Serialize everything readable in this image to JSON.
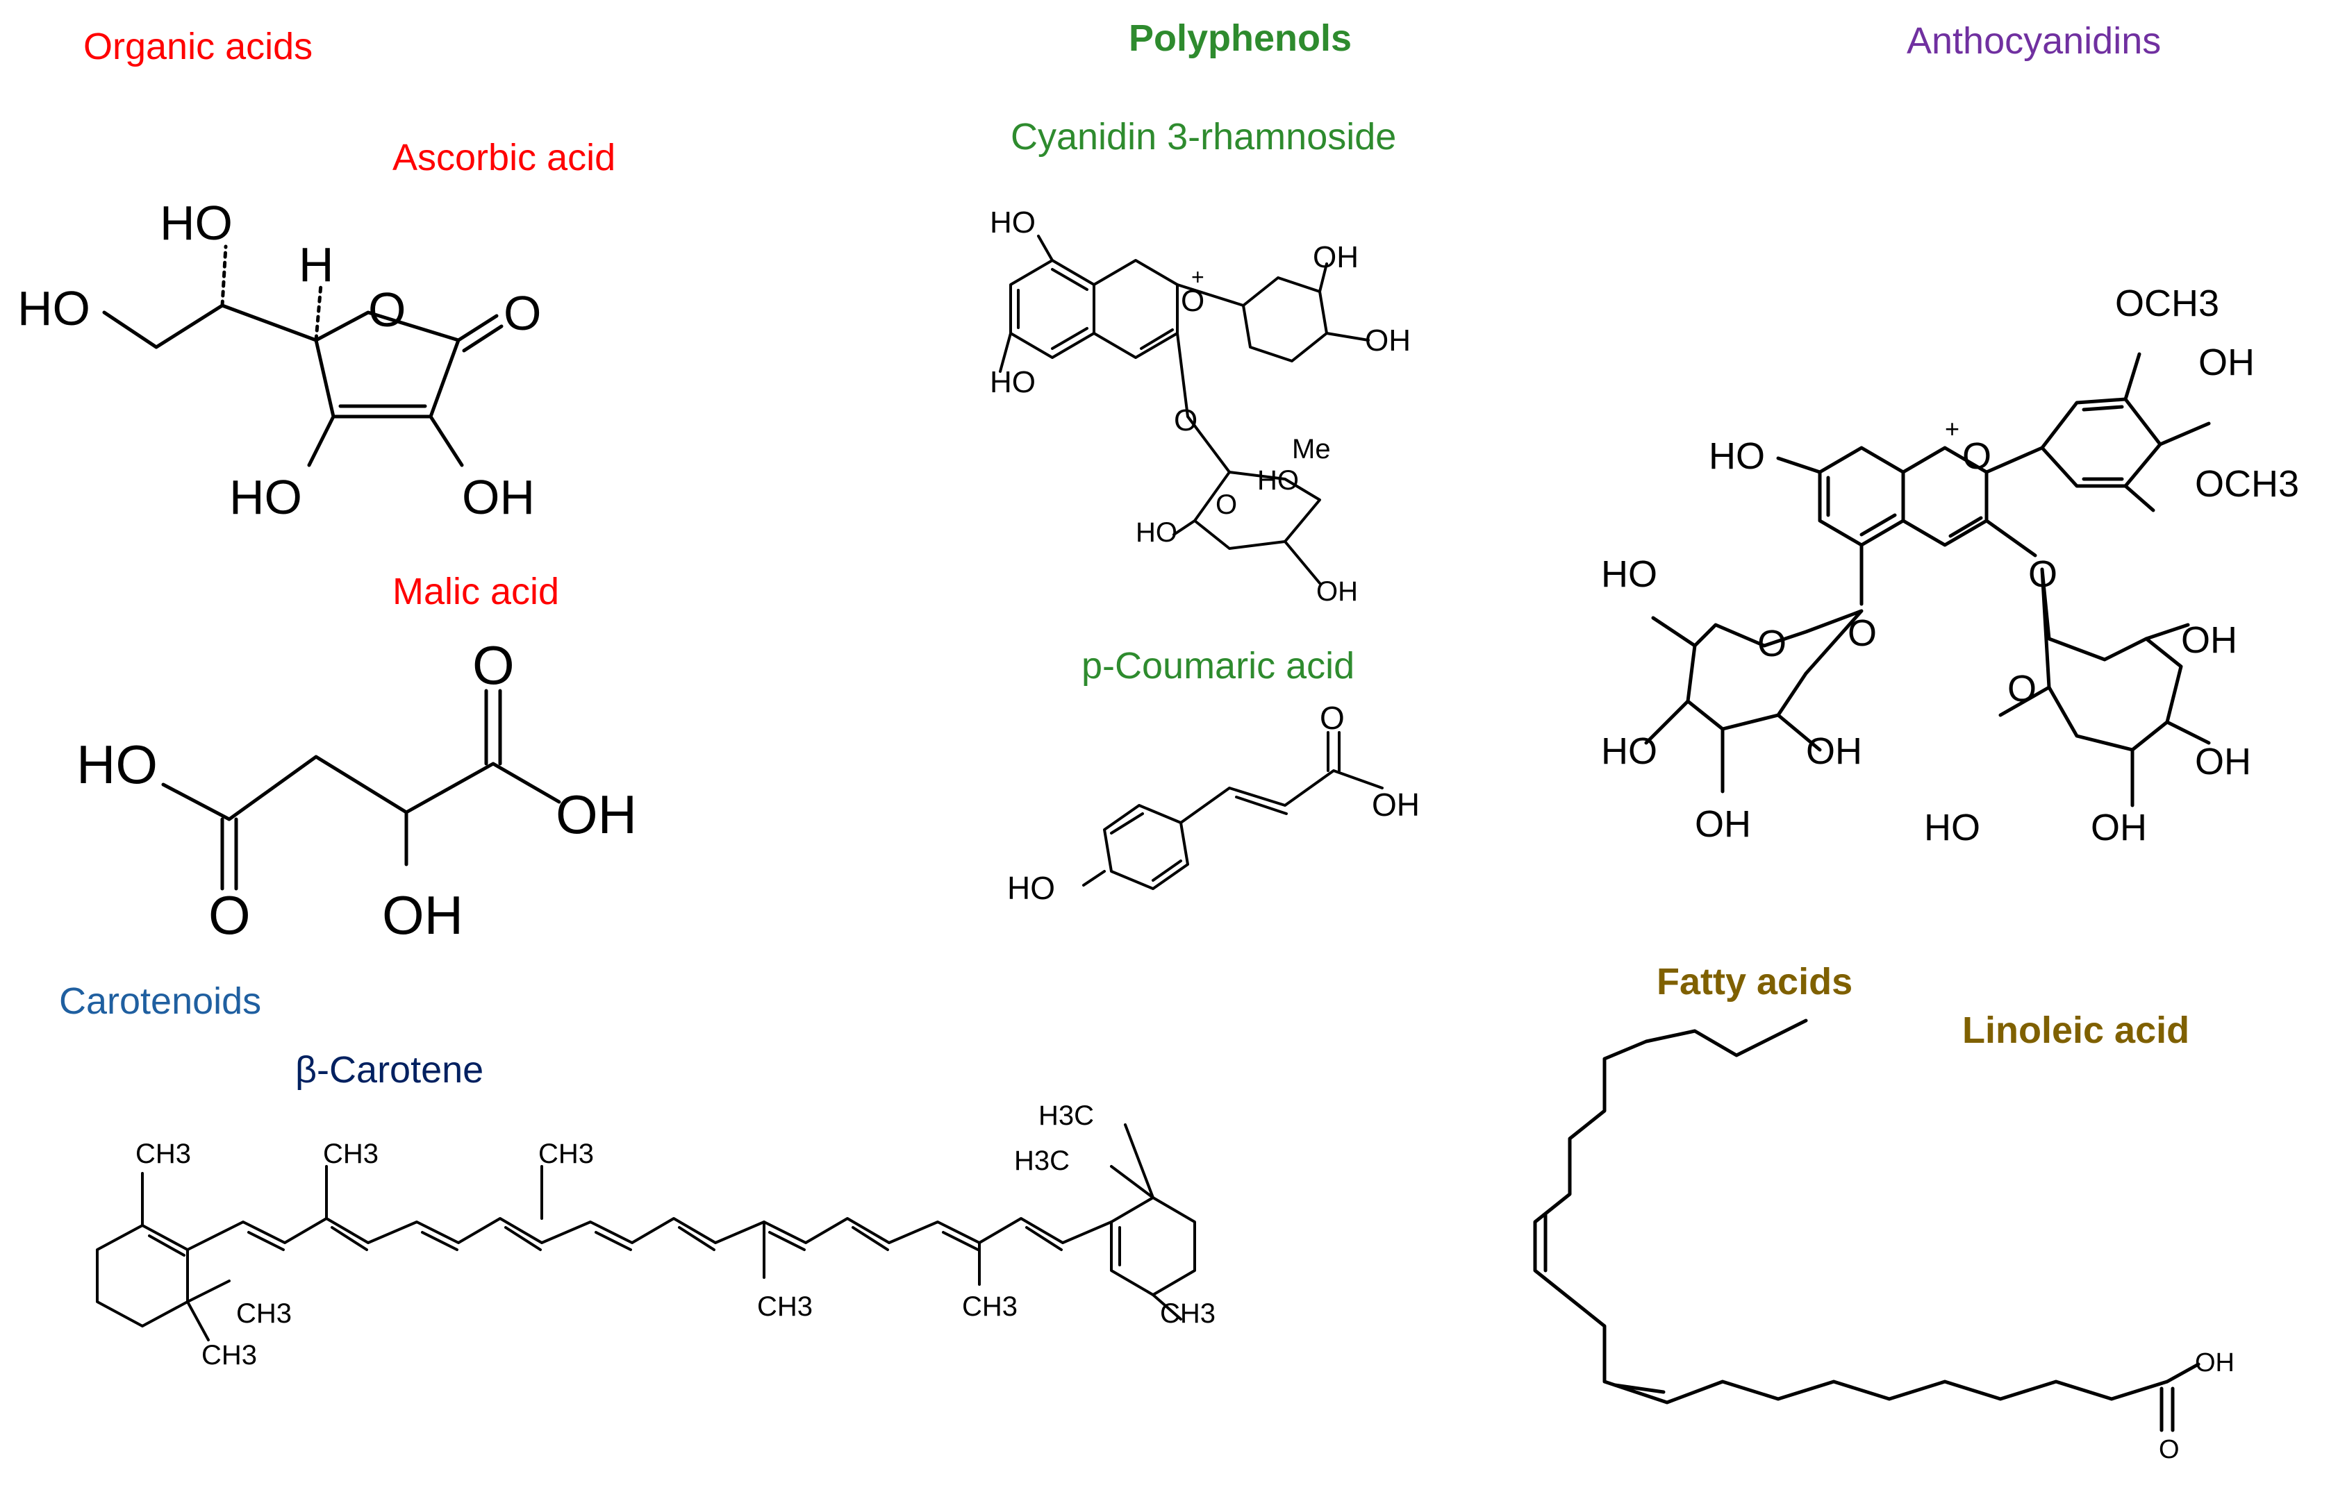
{
  "categories": {
    "organic_acids": {
      "label": "Organic acids",
      "color": "#ff0000"
    },
    "polyphenols": {
      "label": "Polyphenols",
      "color": "#2e8b2e"
    },
    "anthocyanidins": {
      "label": "Anthocyanidins",
      "color": "#7030a0"
    },
    "carotenoids": {
      "label": "Carotenoids",
      "color": "#1f5fa0"
    },
    "fatty_acids": {
      "label": "Fatty acids",
      "color": "#7f6000"
    }
  },
  "compounds": {
    "ascorbic_acid": {
      "name": "Ascorbic acid",
      "color": "#ff0000"
    },
    "malic_acid": {
      "name": "Malic acid",
      "color": "#ff0000"
    },
    "cyanidin_rhamnoside": {
      "name": "Cyanidin 3-rhamnoside",
      "color": "#2e8b2e"
    },
    "p_coumaric_acid": {
      "name": "p-Coumaric acid",
      "color": "#2e8b2e"
    },
    "beta_carotene": {
      "name": "β-Carotene",
      "color": "#002060"
    },
    "linoleic_acid": {
      "name": "Linoleic acid",
      "color": "#7f6000"
    }
  },
  "atom_labels": {
    "HO": "HO",
    "OH": "OH",
    "O": "O",
    "H": "H",
    "Me": "Me",
    "OCH3": "OCH3",
    "CH3": "CH3",
    "H3C": "H3C",
    "plus": "+"
  }
}
